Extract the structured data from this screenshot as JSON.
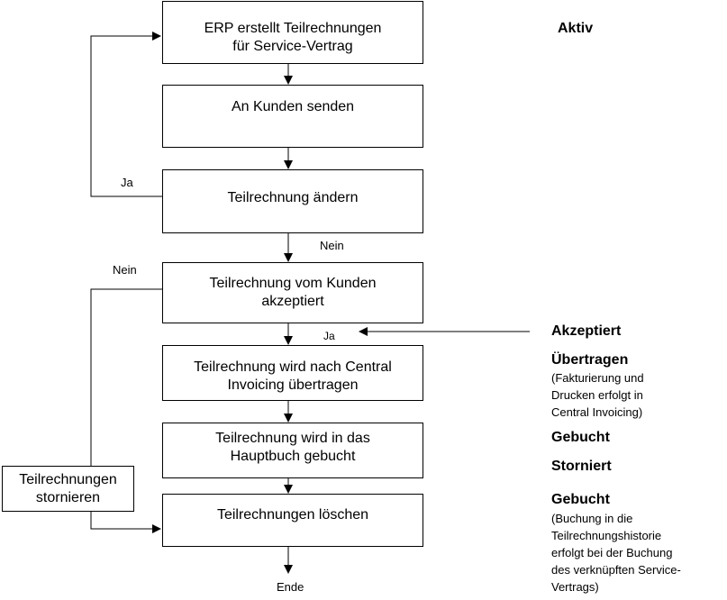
{
  "boxes": {
    "erp": "ERP erstellt Teilrechnungen\nfür Service-Vertrag",
    "senden": "An Kunden senden",
    "aendern": "Teilrechnung ändern",
    "akzeptiert": "Teilrechnung vom Kunden\nakzeptiert",
    "uebertragen": "Teilrechnung wird nach Central\nInvoicing übertragen",
    "hauptbuch": "Teilrechnung wird in das\nHauptbuch gebucht",
    "loeschen": "Teilrechnungen löschen",
    "stornieren": "Teilrechnungen\nstornieren"
  },
  "labels": {
    "ja_loop": "Ja",
    "nein_aendern": "Nein",
    "nein_akzeptiert": "Nein",
    "ja_akzeptiert": "Ja",
    "ende": "Ende"
  },
  "status": {
    "aktiv": "Aktiv",
    "akzeptiert": "Akzeptiert",
    "uebertragen": "Übertragen",
    "uebertragen_note": "(Fakturierung und\nDrucken erfolgt in\nCentral Invoicing)",
    "gebucht1": "Gebucht",
    "storniert": "Storniert",
    "gebucht2": "Gebucht",
    "gebucht2_note": "(Buchung in die\nTeilrechnungshistorie\nerfolgt bei der Buchung\ndes verknüpften Service-\nVertrags)"
  }
}
